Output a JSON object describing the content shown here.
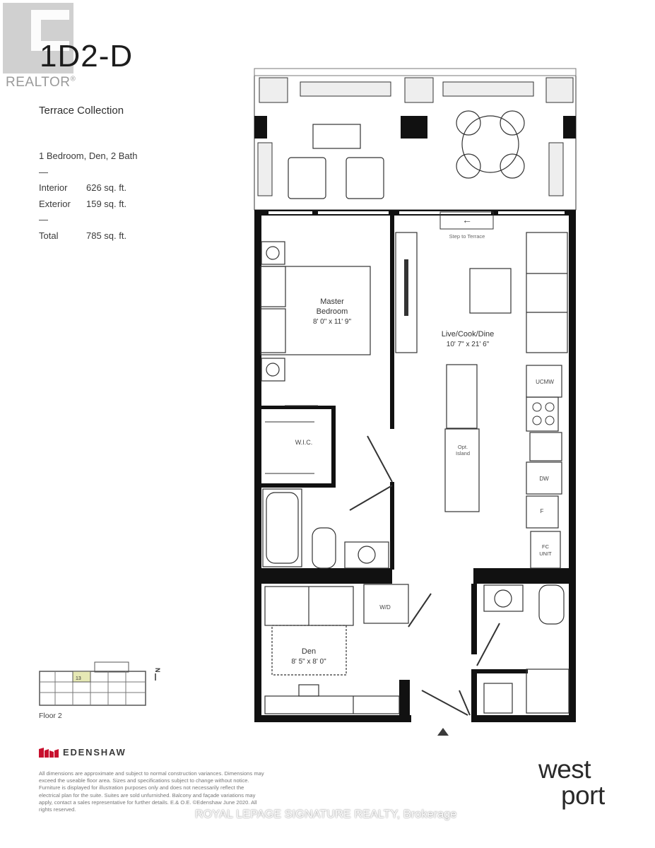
{
  "watermark_logo": {
    "text": "REALTOR",
    "mark": "®"
  },
  "unit": {
    "code": "1D2-D",
    "collection": "Terrace Collection",
    "layout": "1 Bedroom, Den, 2 Bath",
    "separator": "—",
    "areas": [
      {
        "label": "Interior",
        "value": "626 sq. ft."
      },
      {
        "label": "Exterior",
        "value": "159 sq. ft."
      }
    ],
    "total": {
      "label": "Total",
      "value": "785 sq. ft."
    }
  },
  "rooms": {
    "master": {
      "name_line1": "Master",
      "name_line2": "Bedroom",
      "dims": "8' 0\" x 11' 9\""
    },
    "living": {
      "name": "Live/Cook/Dine",
      "dims": "10' 7\" x 21' 6\""
    },
    "den": {
      "name": "Den",
      "dims": "8' 5\" x 8' 0\""
    },
    "wic": "W.I.C.",
    "island_line1": "Opt.",
    "island_line2": "Island",
    "ucmw": "UCMW",
    "dw": "DW",
    "fridge": "F",
    "fc_line1": "FC",
    "fc_line2": "UNIT",
    "wd": "W/D",
    "step_terrace": "Step to Terrace",
    "step_arrow": "←"
  },
  "keyplan": {
    "unit_number": "13",
    "floor": "Floor 2",
    "north": "N"
  },
  "brand": {
    "name": "EDENSHAW",
    "color": "#c8102e"
  },
  "disclaimer": "All dimensions are approximate and subject to normal construction variances. Dimensions may exceed the useable floor area. Sizes and specifications subject to change without notice. Furniture is displayed for illustration purposes only and does not necessarily reflect the electrical plan for the suite. Suites are sold unfurnished. Balcony and façade variations may apply, contact a sales representative for further details. E.& O.E. ©Edenshaw June 2020. All rights reserved.",
  "project_logo": {
    "line1": "west",
    "line2": "port"
  },
  "listing_watermark": "ROYAL LEPAGE SIGNATURE REALTY, Brokerage"
}
